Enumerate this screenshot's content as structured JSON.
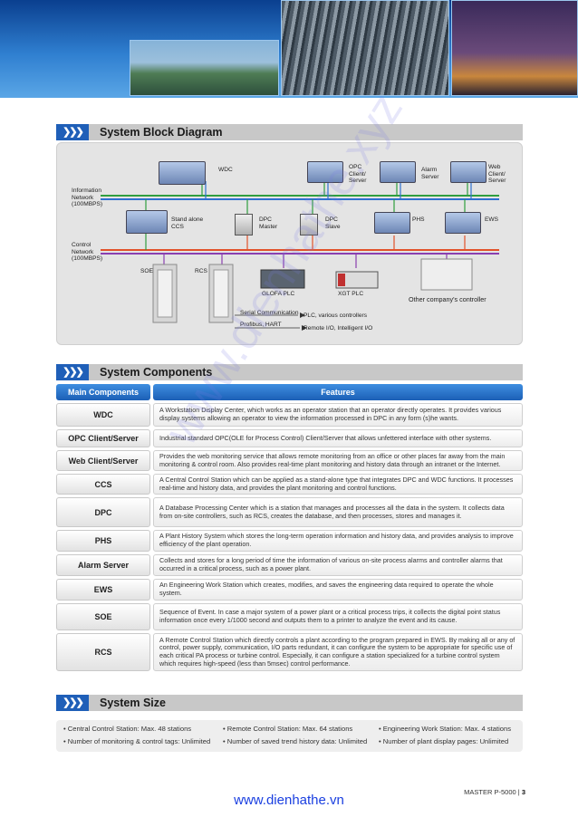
{
  "sections": {
    "diagram_title": "System Block Diagram",
    "components_title": "System Components",
    "size_title": "System Size",
    "chevron": "❯❯❯"
  },
  "diagram": {
    "info_network": [
      "Information",
      "Network",
      "(100MBPS)"
    ],
    "control_network": [
      "Control",
      "Network",
      "(100MBPS)"
    ],
    "wdc": "WDC",
    "opc": [
      "OPC",
      "Client/",
      "Server"
    ],
    "alarm": [
      "Alarm",
      "Server"
    ],
    "web": [
      "Web",
      "Client/",
      "Server"
    ],
    "ccs": [
      "Stand alone",
      "CCS"
    ],
    "dpc_master": [
      "DPC",
      "Master"
    ],
    "dpc_slave": [
      "DPC",
      "Slave"
    ],
    "phs": "PHS",
    "ews": "EWS",
    "soe": "SOE",
    "rcs": "RCS",
    "glofa": "GLOFA PLC",
    "xgt": "XGT PLC",
    "other": "Other company's controller",
    "serial": "Serial Communication",
    "profibus": "Profibus, HART",
    "plc_various": "PLC, various controllers",
    "remote_io": "Remote I/O, Intelligent I/O",
    "colors": {
      "info_net": "#2f9e3f",
      "info_net2": "#2d6fd0",
      "ctrl_net": "#e2522a",
      "ctrl_net2": "#8a3fb0"
    }
  },
  "components": {
    "header_main": "Main Components",
    "header_features": "Features",
    "rows": [
      {
        "name": "WDC",
        "desc": "A Workstation Display Center, which works as an operator station that an operator directly operates. It provides various display systems allowing an operator to view the information processed in DPC in any form (s)he wants."
      },
      {
        "name": "OPC Client/Server",
        "desc": "Industrial standard OPC(OLE for Process Control) Client/Server that allows unfettered interface with other systems."
      },
      {
        "name": "Web Client/Server",
        "desc": "Provides the web monitoring service that allows remote monitoring from an office or other places far away from the main monitoring & control room. Also provides real-time plant monitoring and history data through an intranet or the Internet."
      },
      {
        "name": "CCS",
        "desc": "A Central Control Station which can be applied as a stand-alone type that integrates DPC and WDC functions. It processes real-time and history data, and provides the plant monitoring and control functions."
      },
      {
        "name": "DPC",
        "desc": "A Database Processing Center which is a station that manages and processes all the data in the system. It collects data from on-site controllers, such as RCS, creates the database, and then processes, stores and manages it."
      },
      {
        "name": "PHS",
        "desc": "A Plant History System which stores the long-term operation information and history data, and provides analysis to improve efficiency of the plant operation."
      },
      {
        "name": "Alarm Server",
        "desc": "Collects and stores for a long period of time the information of various on-site process alarms and controller alarms that occurred in a critical process, such as a power plant."
      },
      {
        "name": "EWS",
        "desc": "An Engineering Work Station which creates, modifies, and saves the engineering data required to operate the whole system."
      },
      {
        "name": "SOE",
        "desc": "Sequence of Event. In case a major system of a power plant or a critical process trips, it collects the digital point status information once every 1/1000 second and outputs them to a printer to analyze the event and its cause."
      },
      {
        "name": "RCS",
        "desc": "A Remote Control Station which directly controls a plant according to the program prepared in EWS. By making all or any of control, power supply, communication, I/O parts redundant, it can configure the system to be appropriate for specific use of each critical PA process or turbine control. Especially, it can configure a station specialized for a turbine control system which requires high-speed (less than 5msec) control performance."
      }
    ]
  },
  "system_size": {
    "items": [
      "• Central Control Station: Max. 48 stations",
      "• Remote Control Station: Max. 64 stations",
      "• Engineering Work Station: Max. 4 stations",
      "• Number of monitoring & control tags: Unlimited",
      "• Number of saved trend history data: Unlimited",
      "• Number of plant display pages: Unlimited"
    ]
  },
  "footer": {
    "url": "www.dienhathe.vn",
    "product": "MASTER P-5000",
    "separator": "|",
    "page": "3"
  },
  "watermark": "www.dienhathe.xyz"
}
